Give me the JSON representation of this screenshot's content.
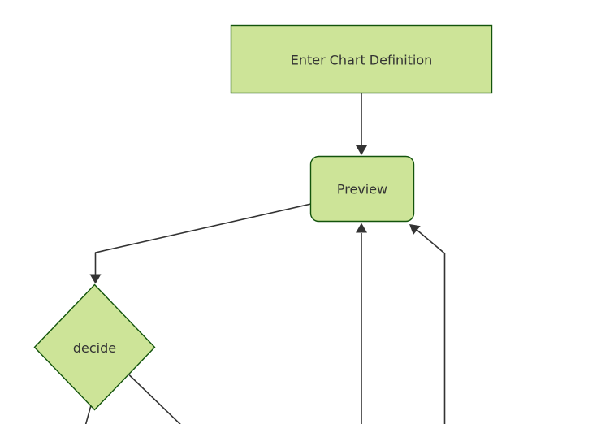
{
  "diagram": {
    "type": "flowchart",
    "direction": "top-down",
    "colors": {
      "background": "#ffffff",
      "node_fill": "#cde498",
      "node_border": "#13540c",
      "edge_color": "#333333",
      "text_color": "#333333"
    },
    "nodes": [
      {
        "id": "enter-chart-definition",
        "label": "Enter Chart Definition",
        "shape": "rectangle"
      },
      {
        "id": "preview",
        "label": "Preview",
        "shape": "rounded-rectangle"
      },
      {
        "id": "decide",
        "label": "decide",
        "shape": "diamond"
      }
    ],
    "edges": [
      {
        "from": "enter-chart-definition",
        "to": "preview",
        "arrow": true
      },
      {
        "from": "preview",
        "to": "decide",
        "arrow": true
      },
      {
        "from": "offscreen-bottom-center",
        "to": "preview",
        "arrow": true
      },
      {
        "from": "offscreen-bottom-right",
        "to": "preview",
        "arrow": true
      },
      {
        "from": "decide",
        "to": "offscreen-bottom-left",
        "arrow": false
      },
      {
        "from": "decide",
        "to": "offscreen-bottom-mid",
        "arrow": false
      }
    ]
  }
}
